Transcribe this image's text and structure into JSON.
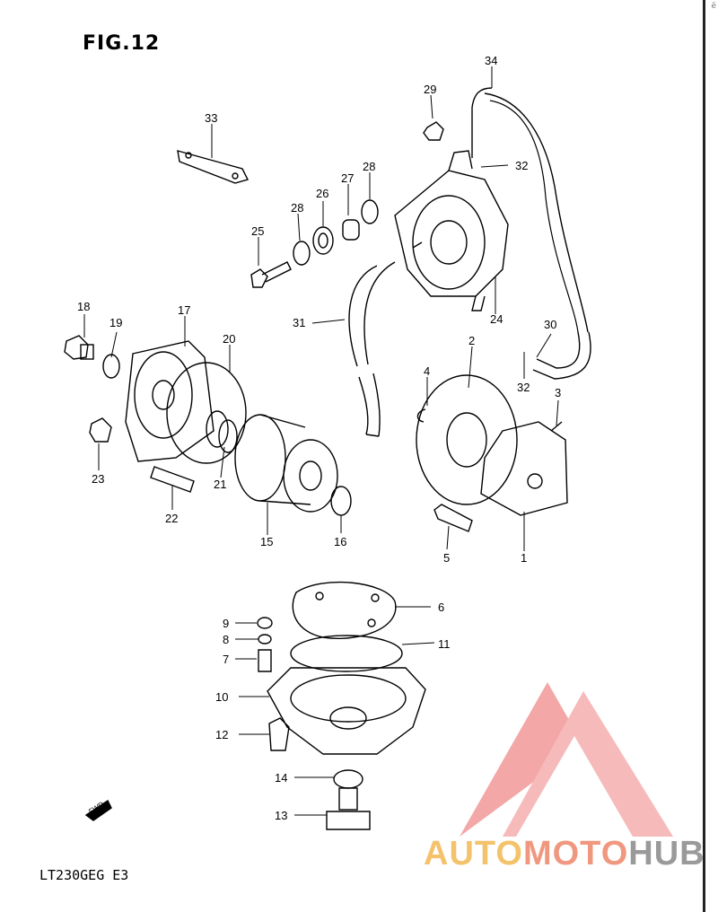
{
  "figure": {
    "title": "FIG.12",
    "model": "LT230GEG E3",
    "corner_mark": "ё"
  },
  "callouts": {
    "c1": "1",
    "c2": "2",
    "c3": "3",
    "c4": "4",
    "c5": "5",
    "c6": "6",
    "c7": "7",
    "c8": "8",
    "c9": "9",
    "c10": "10",
    "c11": "11",
    "c12": "12",
    "c13": "13",
    "c14": "14",
    "c15": "15",
    "c16": "16",
    "c17": "17",
    "c18": "18",
    "c19": "19",
    "c20": "20",
    "c21": "21",
    "c22": "22",
    "c23": "23",
    "c24": "24",
    "c25": "25",
    "c26": "26",
    "c27": "27",
    "c28a": "28",
    "c28b": "28",
    "c29": "29",
    "c30": "30",
    "c31": "31",
    "c32a": "32",
    "c32b": "32",
    "c33": "33",
    "c34": "34"
  },
  "fwd_label": "FWD",
  "watermark": {
    "part1": "AUTO",
    "part2": "MOTO",
    "part3": "HUB",
    "colors": [
      "#f4c26b",
      "#f0987f",
      "#9a9a9a"
    ]
  }
}
